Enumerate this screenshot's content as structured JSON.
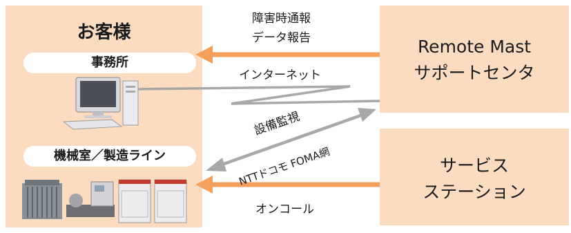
{
  "customer": {
    "title": "お客様",
    "office_label": "事務所",
    "machine_room_label": "機械室／製造ライン"
  },
  "support_center": {
    "line1": "Remote Mast",
    "line2": "サポートセンタ"
  },
  "service_station": {
    "line1": "サービス",
    "line2": "ステーション"
  },
  "links": {
    "report_line1": "障害時通報",
    "report_line2": "データ報告",
    "internet": "インターネット",
    "monitoring": "設備監視",
    "network": "NTTドコモ FOMA網",
    "on_call": "オンコール"
  },
  "colors": {
    "panel": "#fbdcc0",
    "orange_arrow": "#f3a05e",
    "gray_arrow": "#a8a8a8"
  }
}
